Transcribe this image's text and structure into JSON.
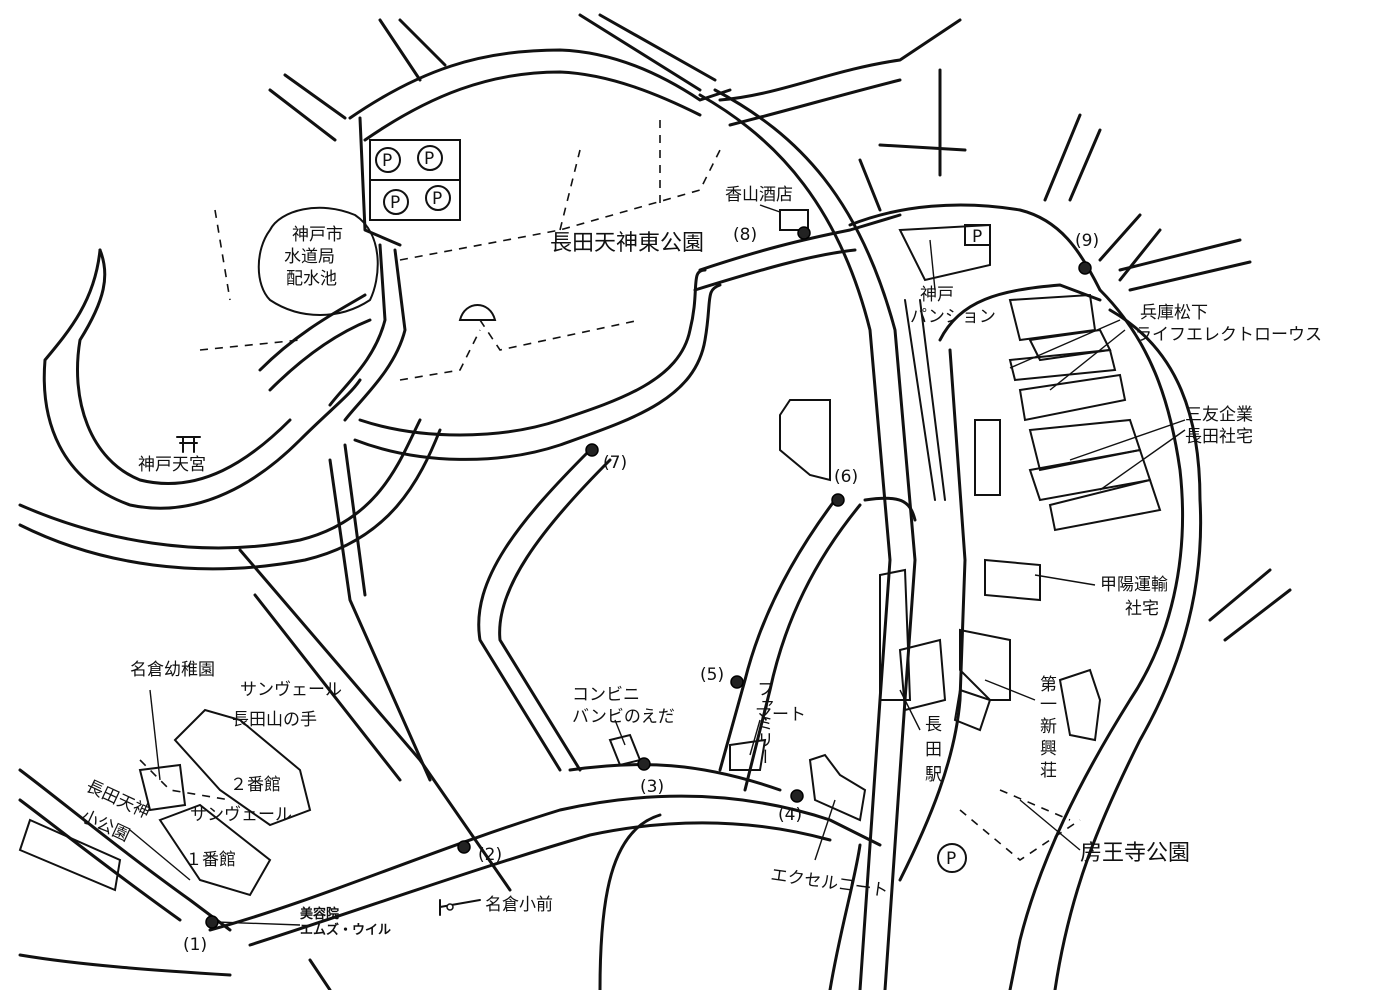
{
  "map": {
    "landmarks": {
      "nagata_tenjin_higashi_park": "長田天神東公園",
      "kobe_water_reservoir_1": "神戸市",
      "kobe_water_reservoir_2": "水道局",
      "kobe_water_reservoir_3": "配水池",
      "kanbe_tenmangu": "神戸天宮",
      "koyama_liquor": "香山酒店",
      "kobe_pension_1": "神戸",
      "kobe_pension_2": "パンション",
      "hyogo_matsushita_1": "兵庫松下",
      "hyogo_matsushita_2": "ライフエレクトローウス",
      "sanyu_kigyo_1": "三友企業",
      "sanyu_kigyo_2": "長田社宅",
      "koyo_unyu_1": "甲陽運輸",
      "koyo_unyu_2": "社宅",
      "nagura_kindergarten": "名倉幼稚園",
      "sanvale_yamanote_1": "サンヴェール",
      "sanvale_yamanote_2": "長田山の手",
      "sanvale_yamanote_3": "２番館",
      "sanvale_1_1": "サンヴェール",
      "sanvale_1_2": "１番館",
      "nagata_tenjin_small_park_1": "長田天神",
      "nagata_tenjin_small_park_2": "小公園",
      "convenience_1": "コンビニ",
      "convenience_2": "バンビのえだ",
      "family_mart_1": "ファミリー",
      "family_mart_2": "マート",
      "nagata_station_1": "長",
      "nagata_station_2": "田",
      "nagata_station_3": "駅",
      "dai_ichi_shinko_1": "第",
      "dai_ichi_shinko_2": "一",
      "dai_ichi_shinko_3": "新",
      "dai_ichi_shinko_4": "興",
      "dai_ichi_shinko_5": "荘",
      "bonoji_park": "房王寺公園",
      "excel_court": "エクセルコート",
      "nagura_sho_mae": "名倉小前",
      "parking_symbol": "P"
    },
    "waypoints": [
      "(1)",
      "(2)",
      "(3)",
      "(4)",
      "(5)",
      "(6)",
      "(7)",
      "(8)",
      "(9)"
    ],
    "destination": {
      "line1": "美容院",
      "line2": "エムズ・ウイル"
    }
  }
}
